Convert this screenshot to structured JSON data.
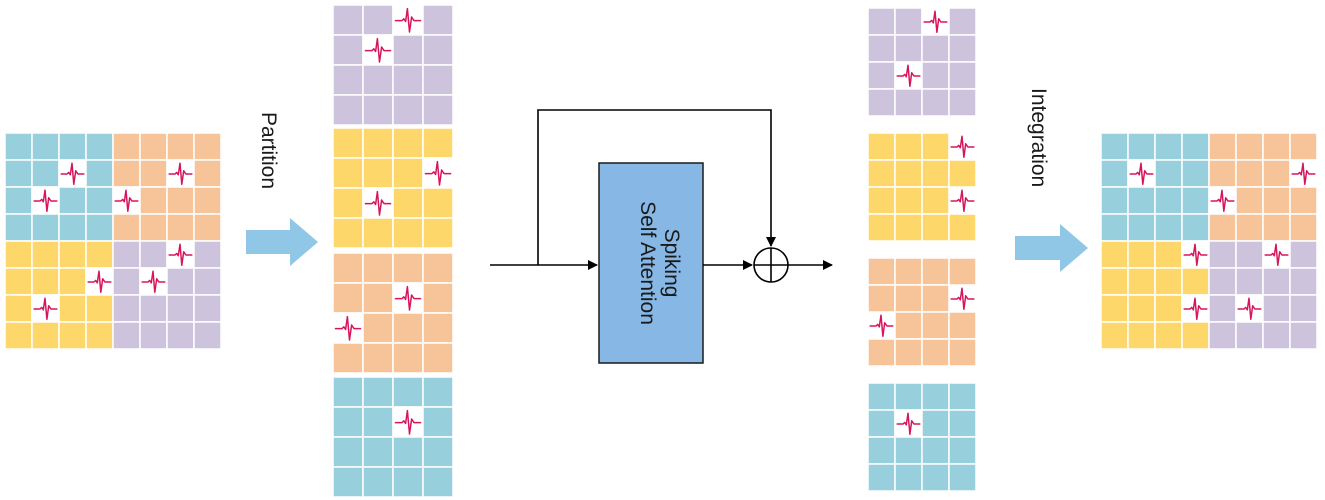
{
  "labels": {
    "partition": "Partition",
    "sab_line1": "Spiking",
    "sab_line2": "Self Attention",
    "integration": "Integration"
  },
  "colors": {
    "cyan": "#98cfdc",
    "orange": "#f7c49a",
    "yellow": "#fdd76a",
    "purple": "#cdc3dc",
    "spike": "#d6155d",
    "sab_fill": "#86b7e5",
    "sab_stroke": "#1a1a1a",
    "fat_arrow": "#90c7e6",
    "line": "#000000",
    "cell_border": "#ffffff"
  },
  "grids": {
    "input": {
      "quadrants": [
        {
          "color": "cyan",
          "spikes": [
            [
              1,
              2
            ],
            [
              2,
              1
            ]
          ]
        },
        {
          "color": "orange",
          "spikes": [
            [
              1,
              2
            ],
            [
              2,
              0
            ]
          ]
        },
        {
          "color": "yellow",
          "spikes": [
            [
              1,
              3
            ],
            [
              2,
              1
            ]
          ]
        },
        {
          "color": "purple",
          "spikes": [
            [
              0,
              2
            ],
            [
              1,
              1
            ]
          ]
        }
      ]
    },
    "partitioned": [
      {
        "color": "purple",
        "holes": [
          [
            0,
            2
          ],
          [
            1,
            1
          ]
        ]
      },
      {
        "color": "yellow",
        "holes": [
          [
            1,
            3
          ],
          [
            2,
            1
          ]
        ]
      },
      {
        "color": "orange",
        "holes": [
          [
            1,
            2
          ],
          [
            2,
            0
          ]
        ]
      },
      {
        "color": "cyan",
        "holes": [
          [
            1,
            2
          ]
        ]
      }
    ],
    "processed": [
      {
        "color": "purple",
        "holes": [
          [
            0,
            2
          ],
          [
            2,
            1
          ]
        ]
      },
      {
        "color": "yellow",
        "notched": [
          [
            0,
            3
          ],
          [
            2,
            3
          ]
        ]
      },
      {
        "color": "orange",
        "notched": [
          [
            1,
            3
          ],
          [
            2,
            0
          ]
        ]
      },
      {
        "color": "cyan",
        "holes": [
          [
            1,
            1
          ]
        ]
      }
    ],
    "output": {
      "quadrants": [
        {
          "color": "cyan",
          "spikes": [
            [
              1,
              1
            ]
          ]
        },
        {
          "color": "orange",
          "spikes": [
            [
              1,
              3
            ],
            [
              2,
              0
            ]
          ]
        },
        {
          "color": "yellow",
          "spikes": [
            [
              0,
              3
            ],
            [
              2,
              3
            ]
          ]
        },
        {
          "color": "purple",
          "spikes": [
            [
              0,
              2
            ],
            [
              2,
              1
            ]
          ]
        }
      ]
    }
  }
}
